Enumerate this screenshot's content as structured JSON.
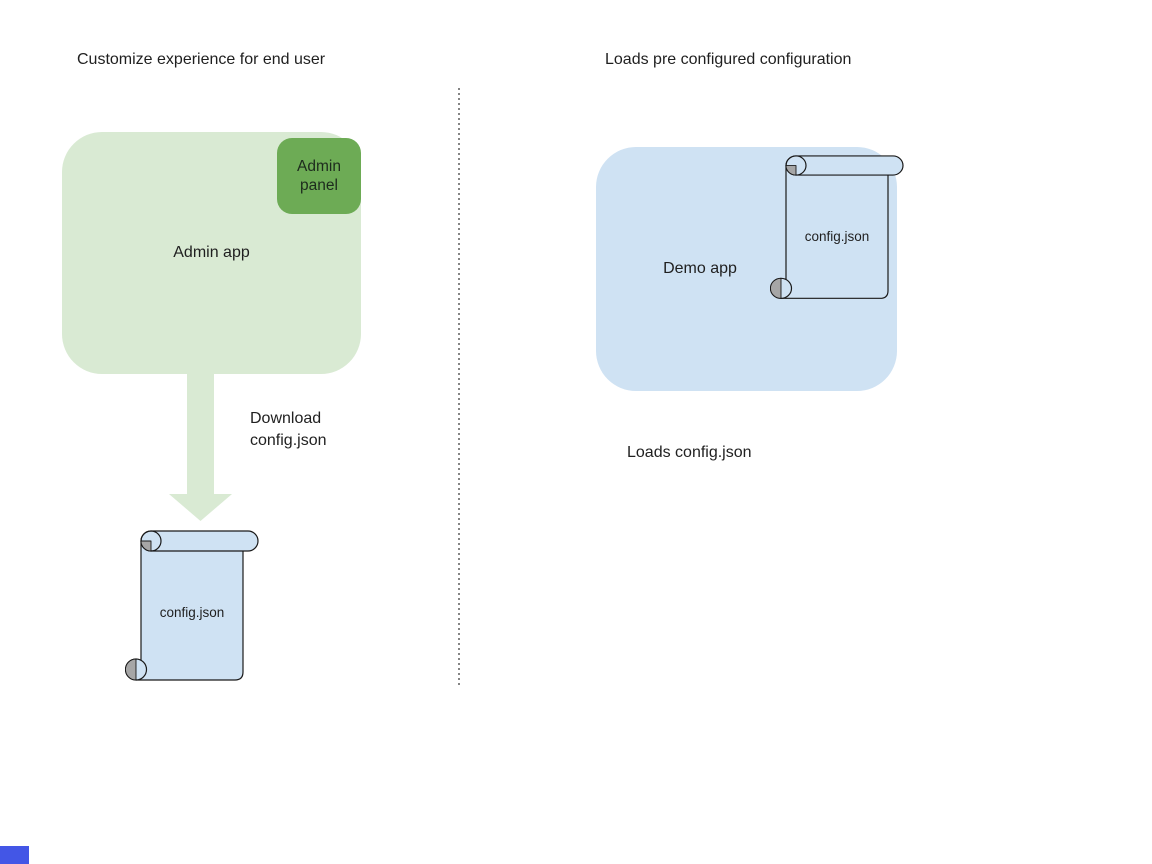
{
  "page": {
    "background": "#ffffff"
  },
  "left_panel": {
    "title": "Customize experience for end user",
    "admin_app": {
      "label": "Admin app",
      "fill": "#d9ead3"
    },
    "admin_panel": {
      "label": "Admin panel",
      "fill": "#6dab55"
    },
    "download_arrow": {
      "label": "Download\nconfig.json",
      "fill": "#d9ead3"
    },
    "config_scroll": {
      "label": "config.json",
      "fill": "#cfe2f3",
      "curl": "#a6a6a6",
      "outline": "#1a1a1a"
    }
  },
  "right_panel": {
    "title": "Loads pre configured configuration",
    "demo_app": {
      "label": "Demo app",
      "fill": "#cfe2f3"
    },
    "config_scroll": {
      "label": "config.json",
      "fill": "#cfe2f3",
      "curl": "#a6a6a6",
      "outline": "#1a1a1a"
    },
    "caption": "Loads config.json"
  },
  "divider": {
    "style": "dotted",
    "color": "#848484"
  },
  "corner_marker": {
    "color": "#4356e6"
  }
}
